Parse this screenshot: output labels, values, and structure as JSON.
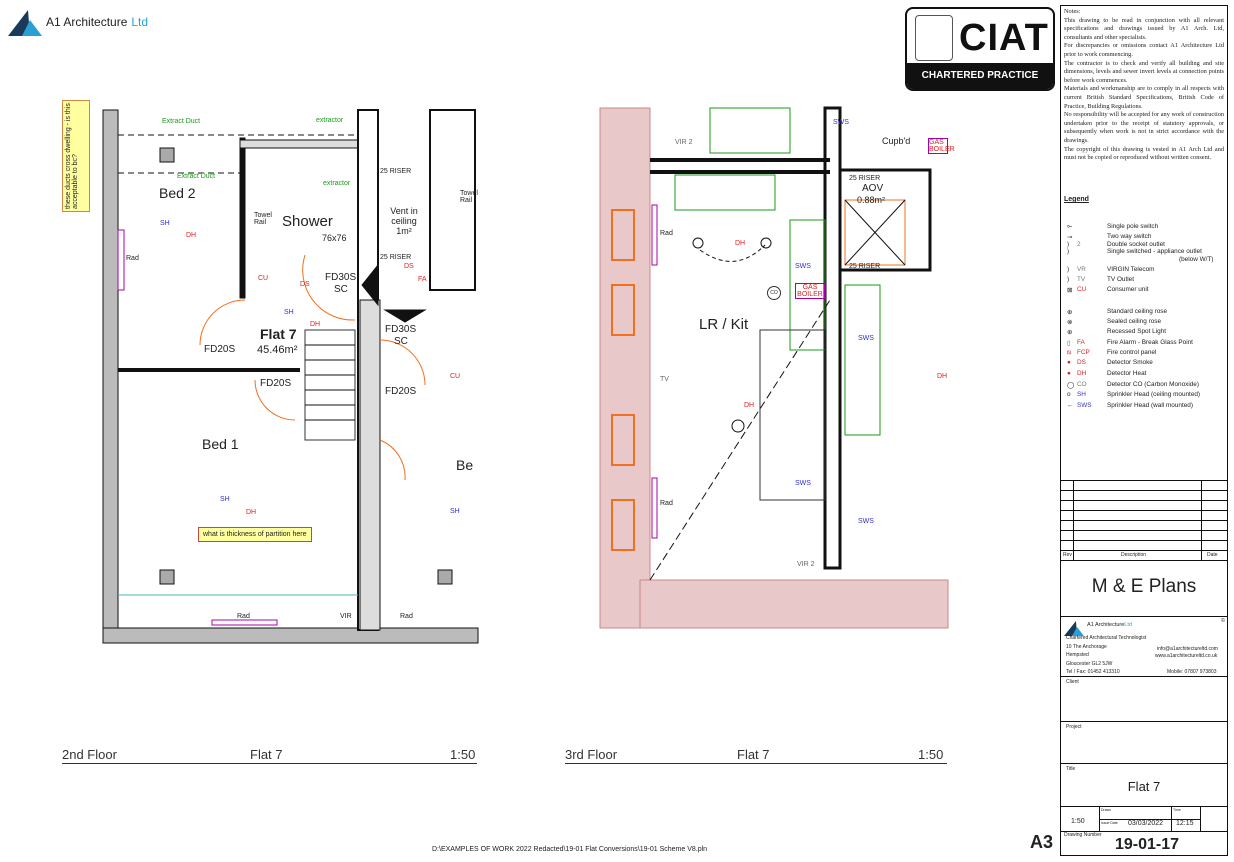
{
  "header": {
    "logo_name": "A1 Architecture",
    "logo_ltd": "Ltd",
    "ciat_word": "CIAT",
    "ciat_band": "CHARTERED PRACTICE"
  },
  "notes": {
    "title": "Notes:",
    "paragraphs": [
      "This drawing to be read in conjunction with all relevant specifications and drawings issued by A1 Arch. Ltd, consultants and other specialists.",
      "For discrepancies or omissions contact A1 Architecture Ltd prior to work commencing.",
      "The contractor is to check and verify all building and site dimensions, levels and sewer invert levels at connection points before work commences.",
      "Materials and workmanship are to comply in all respects with current British Standard Specifications, British Code of Practice, Building Regulations.",
      "No responsibility will be accepted for any work of construction undertaken prior to the receipt of statutory approvals, or subsequently when work is not in strict accordance with the drawings.",
      "The copyright of this drawing is vested in A1 Arch Ltd and must not be copied or reproduced without written consent."
    ]
  },
  "legend": {
    "title": "Legend",
    "items": [
      {
        "sym": "⟜",
        "code": "",
        "label": "Single pole switch"
      },
      {
        "sym": "⊸",
        "code": "",
        "label": "Two way switch"
      },
      {
        "sym": ")",
        "code": "2",
        "label": "Double socket outlet"
      },
      {
        "sym": ")",
        "code": "",
        "label": "Single switched - appliance outlet"
      },
      {
        "sym": "",
        "code": "",
        "label": "(below W/T)"
      },
      {
        "sym": ")",
        "code": "VR",
        "label": "VIRGIN Telecom"
      },
      {
        "sym": ")",
        "code": "TV",
        "label": "TV Outlet"
      },
      {
        "sym": "⊠",
        "code": "CU",
        "label": "Consumer unit"
      },
      {
        "sym": "⊕",
        "code": "",
        "label": "Standard ceiling rose"
      },
      {
        "sym": "⊗",
        "code": "",
        "label": "Sealed ceiling rose"
      },
      {
        "sym": "⊕",
        "code": "",
        "label": "Recessed Spot Light"
      },
      {
        "sym": "▯",
        "code": "FA",
        "label": "Fire Alarm - Break Glass Point"
      },
      {
        "sym": "⧅",
        "code": "FCP",
        "label": "Fire control panel"
      },
      {
        "sym": "●",
        "code": "DS",
        "label": "Detector Smoke"
      },
      {
        "sym": "●",
        "code": "DH",
        "label": "Detector Heat"
      },
      {
        "sym": "◯",
        "code": "CO",
        "label": "Detector CO (Carbon Monoxide)"
      },
      {
        "sym": "o",
        "code": "SH",
        "label": "Sprinkler Head (ceiling mounted)"
      },
      {
        "sym": "←",
        "code": "SWS",
        "label": "Sprinkler Head (wall mounted)"
      }
    ]
  },
  "revisions": {
    "rev": "Rev",
    "description": "Description",
    "date": "Date"
  },
  "sheet_title": "M & E Plans",
  "company": {
    "name": "A1 Architecture",
    "ltd": "Ltd",
    "role": "Chartered Architectural Technologist",
    "address1": "10 The Anchorage",
    "address2": "Hempsted",
    "address3": "Gloucester GL2 5JW",
    "tel": "Tel / Fax: 01452 413310",
    "email": "info@a1architectureltd.com",
    "web": "www.a1architectureltd.co.uk",
    "mobile": "Mobile: 07807 973803",
    "copyright": "©"
  },
  "client_label": "Client",
  "project_label": "Project",
  "title_label": "Title",
  "title_value": "Flat 7",
  "scale": "1:50",
  "drawn_label": "Drawn",
  "time_label": "Time",
  "issue_label": "Issue Date",
  "issue_date": "03/03/2022",
  "time": "12:15",
  "drawing_number_label": "Drawing Number",
  "drawing_number": "19-01-17",
  "paper_size": "A3",
  "file_path": "D:\\EXAMPLES OF WORK 2022 Redacted\\19-01 Flat Conversions\\19-01 Scheme V8.pln",
  "plans": [
    {
      "floor": "2nd Floor",
      "flat": "Flat 7",
      "scale": "1:50",
      "labels": {
        "bed2": "Bed 2",
        "bed1": "Bed 1",
        "bed3": "Be",
        "shower": "Shower",
        "shower_size": "76x76",
        "flat": "Flat 7",
        "area": "45.46m²",
        "fd30a": "FD30S",
        "sca": "SC",
        "fd30b": "FD30S",
        "scb": "SC",
        "fd20a": "FD20S",
        "fd20b": "FD20S",
        "fd20c": "FD20S",
        "vent": "Vent in ceiling 1m²",
        "riser1": "25 RISER",
        "riser2": "25 RISER",
        "duct1": "Extract Duct",
        "duct2": "Extract Duct",
        "extractor1": "extractor",
        "extractor2": "extractor",
        "towel": "Towel Rail",
        "towel2": "Towel Rail",
        "rad1": "Rad",
        "rad2": "Rad",
        "rad3": "Rad",
        "cu": "CU",
        "cu2": "CU",
        "ds": "DS",
        "ds2": "DS",
        "dh": "DH",
        "dh2": "DH",
        "dh3": "DH",
        "sh": "SH",
        "sh2": "SH",
        "sh3": "SH",
        "sh4": "SH",
        "fa": "FA",
        "vir": "VIR",
        "note1": "these ducts cross dwelling - is this acceptable to bc?",
        "note2": "what is thickness of partition here"
      }
    },
    {
      "floor": "3rd Floor",
      "flat": "Flat 7",
      "scale": "1:50",
      "labels": {
        "lrkit": "LR / Kit",
        "riser": "25 RISER",
        "aov": "AOV",
        "aov_area": "0.88m²",
        "riser2": "25 RISER",
        "cupbd": "Cupb'd",
        "gas1": "GAS BOILER",
        "gas2": "GAS BOILER",
        "sws1": "SWS",
        "sws2": "SWS",
        "sws3": "SWS",
        "sws4": "SWS",
        "sws5": "SWS",
        "dh1": "DH",
        "dh2": "DH",
        "dh3": "DH",
        "rad1": "Rad",
        "rad2": "Rad",
        "vir": "VIR 2",
        "vir2": "VIR 2",
        "co": "CO",
        "tv": "TV"
      }
    }
  ]
}
